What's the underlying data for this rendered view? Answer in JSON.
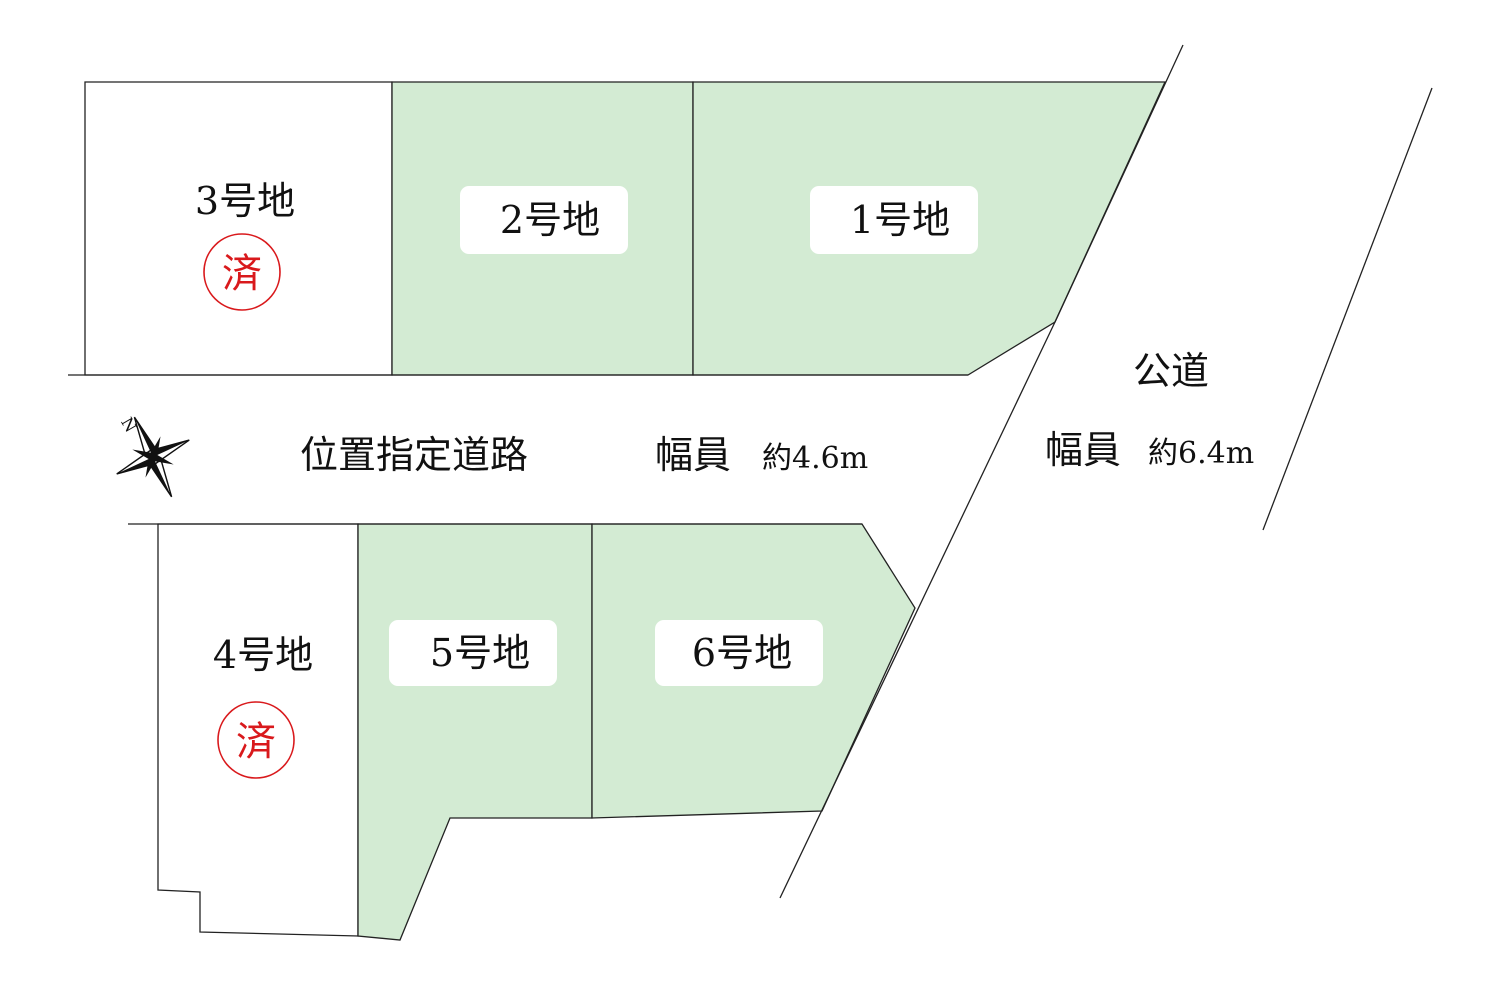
{
  "colors": {
    "available_fill": "#d3ebd3",
    "sold_fill": "#ffffff",
    "line": "#222222",
    "stamp": "#d9191c",
    "label_box": "#ffffff"
  },
  "lots": [
    {
      "id": "lot-1",
      "label": "1号地",
      "status": "available"
    },
    {
      "id": "lot-2",
      "label": "2号地",
      "status": "available"
    },
    {
      "id": "lot-3",
      "label": "3号地",
      "status": "sold",
      "stamp": "済"
    },
    {
      "id": "lot-4",
      "label": "4号地",
      "status": "sold",
      "stamp": "済"
    },
    {
      "id": "lot-5",
      "label": "5号地",
      "status": "available"
    },
    {
      "id": "lot-6",
      "label": "6号地",
      "status": "available"
    }
  ],
  "private_road": {
    "name": "位置指定道路",
    "width_label": "幅員",
    "width_value": "約4.6m"
  },
  "public_road": {
    "name": "公道",
    "width_label": "幅員",
    "width_value": "約6.4m"
  },
  "compass": {
    "north_label": "N",
    "icon": "compass-rose-icon"
  }
}
